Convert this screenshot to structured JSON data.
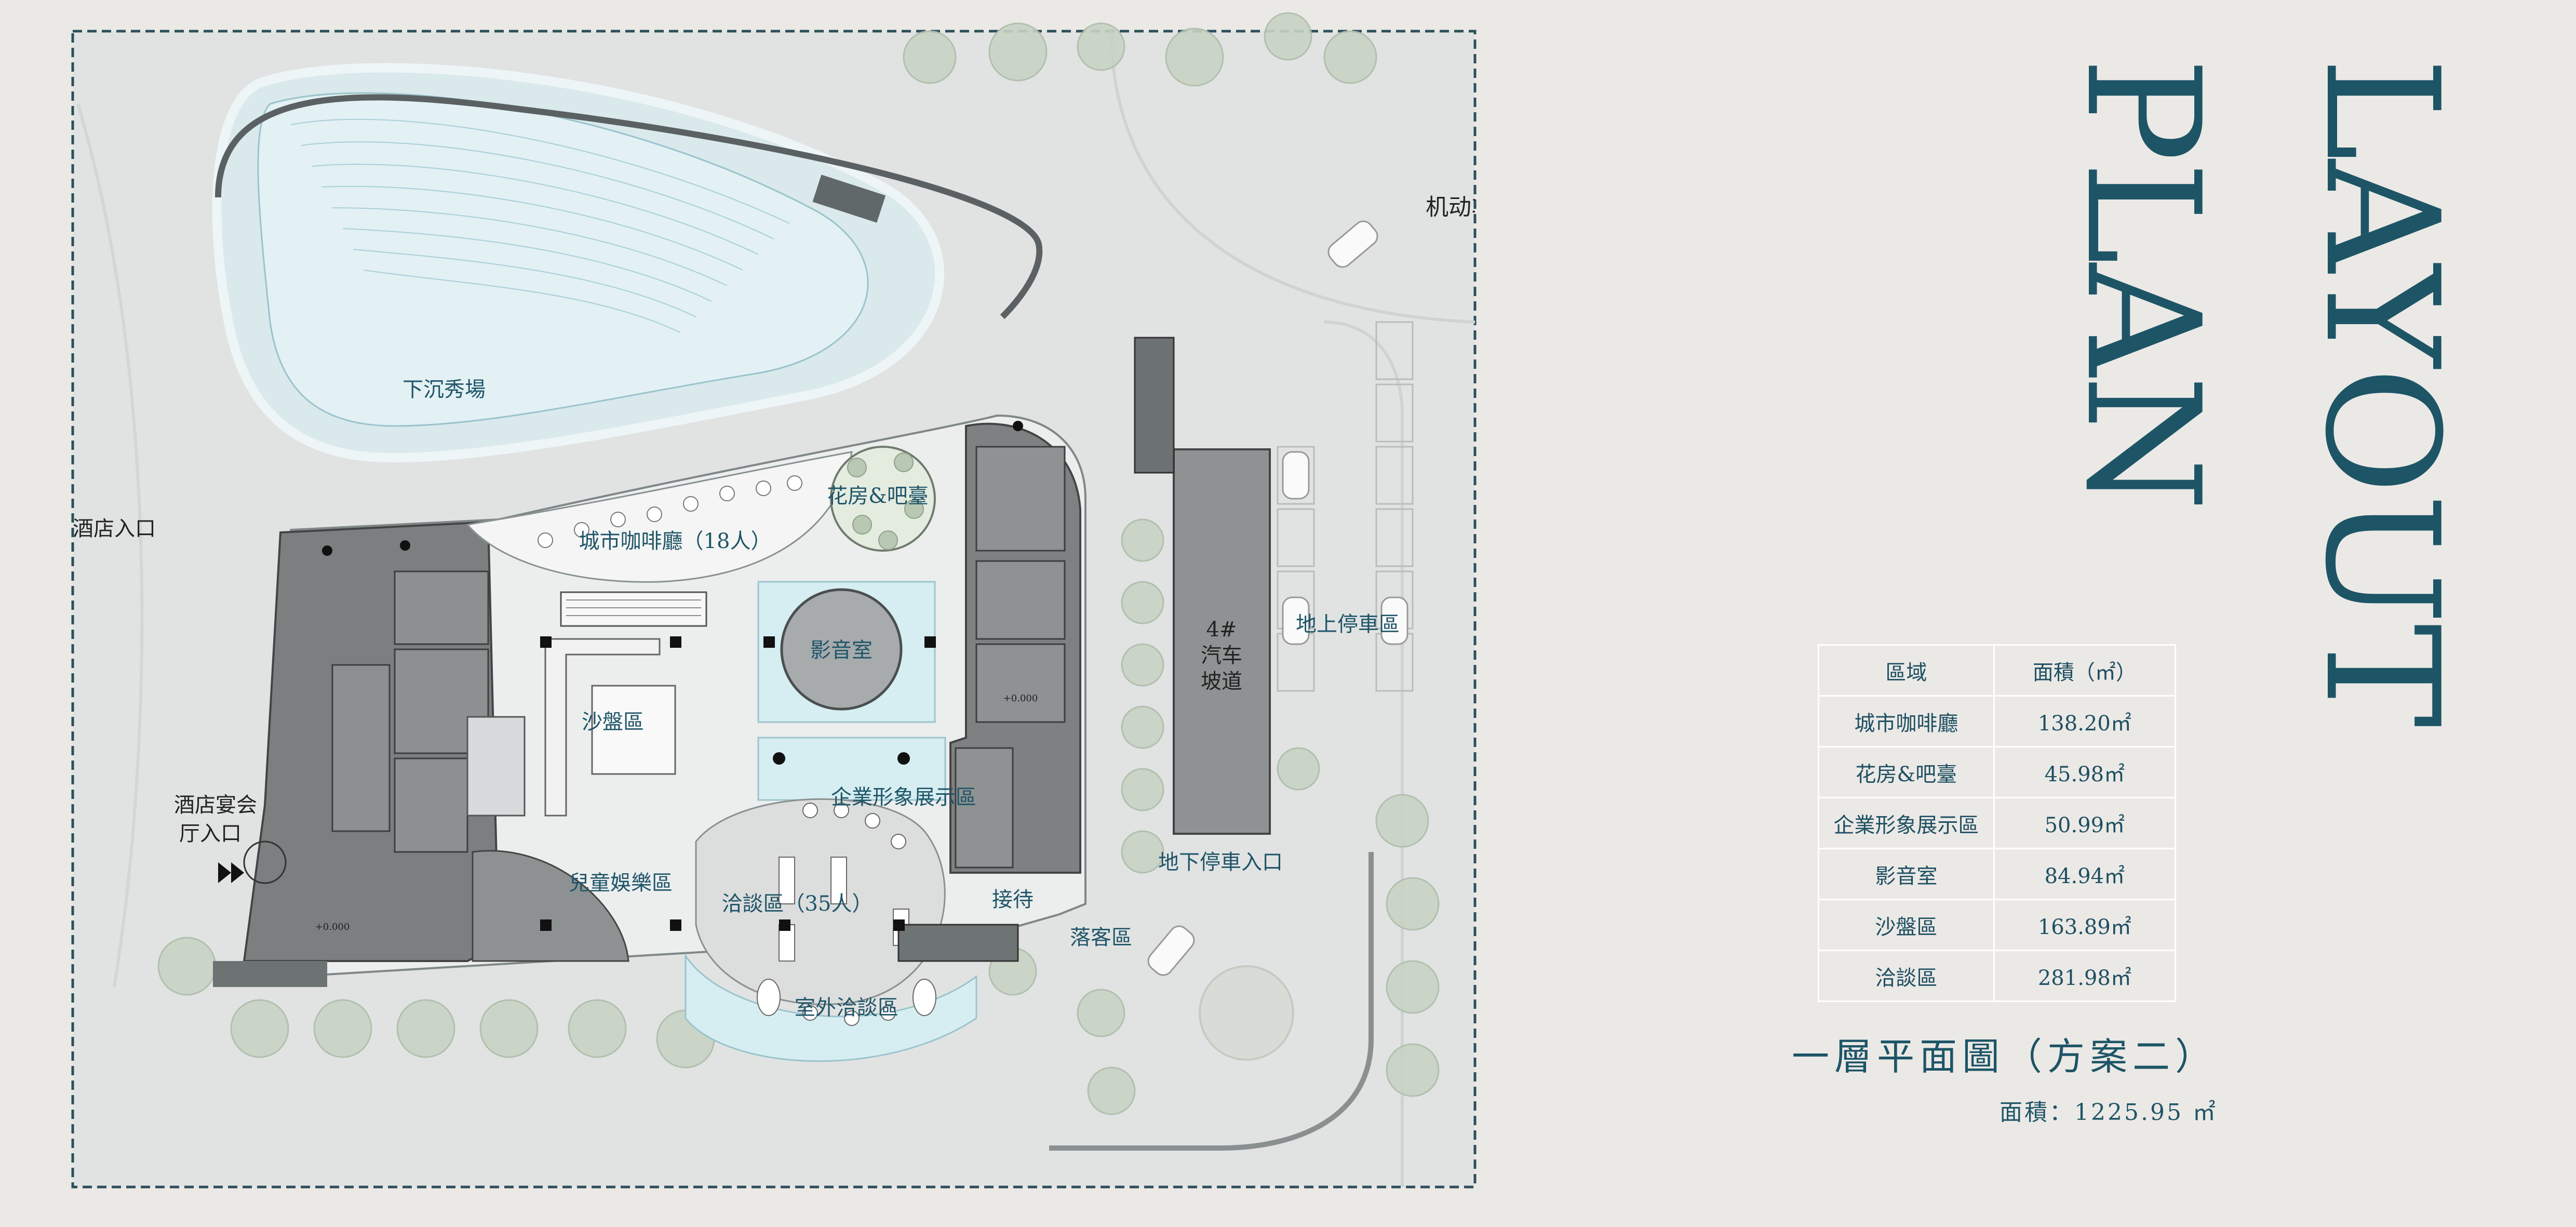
{
  "heading": {
    "line1": "LAYOUT",
    "line2": "PLAN"
  },
  "plan_title": "一層平面圖（方案二）",
  "plan_area": "面積：1225.95 ㎡",
  "area_table": {
    "headers": [
      "區域",
      "面積（㎡）"
    ],
    "rows": [
      {
        "zone": "城市咖啡廳",
        "area": "138.20㎡"
      },
      {
        "zone": "花房&吧臺",
        "area": "45.98㎡"
      },
      {
        "zone": "企業形象展示區",
        "area": "50.99㎡"
      },
      {
        "zone": "影音室",
        "area": "84.94㎡"
      },
      {
        "zone": "沙盤區",
        "area": "163.89㎡"
      },
      {
        "zone": "洽談區",
        "area": "281.98㎡"
      }
    ]
  },
  "plan_labels": {
    "sunken_plaza": "下沉秀場",
    "city_cafe": "城市咖啡廳（18人）",
    "flower_bar": "花房&吧臺",
    "av_room": "影音室",
    "sand_table": "沙盤區",
    "brand_display": "企業形象展示區",
    "kids_area": "兒童娛樂區",
    "negotiation": "洽談區（35人）",
    "reception": "接待",
    "drop_off": "落客區",
    "outdoor_negotiation": "室外洽談區",
    "hotel_entrance": "酒店入口",
    "banquet_entrance_1": "酒店宴会",
    "banquet_entrance_2": "厅入口",
    "ramp_1": "4#",
    "ramp_2": "汽车",
    "ramp_3": "坡道",
    "ground_parking": "地上停車區",
    "underground_entrance": "地下停車入口",
    "motor_vehicle": "机动车",
    "elevation_1": "+0.000",
    "elevation_2": "+0.000"
  }
}
